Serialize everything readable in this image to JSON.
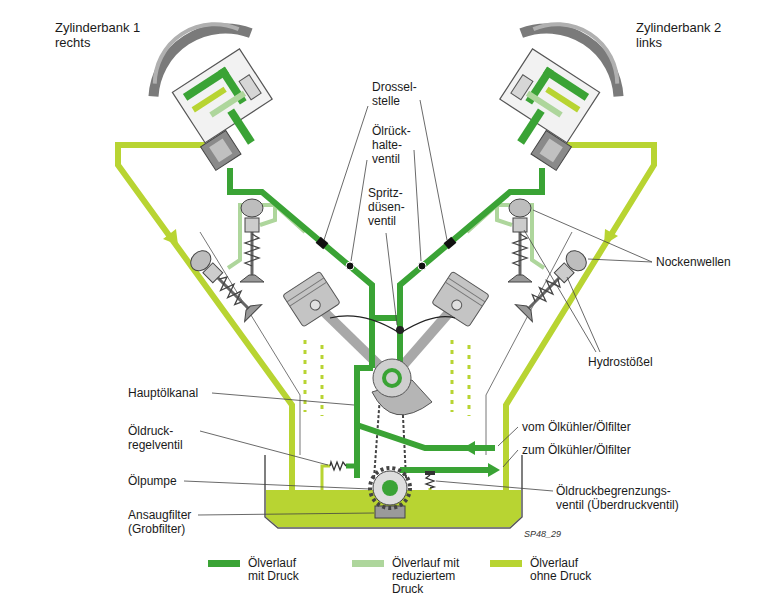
{
  "diagram": {
    "labels": [
      "Zylinderbank 1 rechts",
      "Zylinderbank 2 links",
      "Drossel- stelle",
      "Ölrück- halte- ventil",
      "Spritz- düsen- ventil",
      "Nockenwellen",
      "Hydrostößel",
      "Hauptölkanal",
      "Öldruck- regelventil",
      "Ölpumpe",
      "Ansaugfilter (Grobfilter)",
      "vom Ölkühler/Ölfilter",
      "zum Ölkühler/Ölfilter",
      "Öldruckbegrenzungs- ventil (Überdruckventil)",
      "SP48_29"
    ],
    "legend": [
      {
        "text": "Ölverlauf mit Druck",
        "color": "#3aa335"
      },
      {
        "text": "Ölverlauf mit reduziertem Druck",
        "color": "#aed69c"
      },
      {
        "text": "Ölverlauf ohne Druck",
        "color": "#b8d432"
      }
    ]
  }
}
